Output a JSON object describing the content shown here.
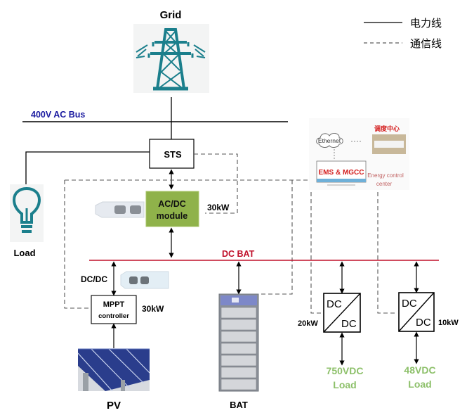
{
  "legend": {
    "power_line": "电力线",
    "comm_line": "通信线"
  },
  "grid": {
    "label": "Grid"
  },
  "ac_bus": {
    "label": "400V AC Bus"
  },
  "sts": {
    "label": "STS"
  },
  "load": {
    "label": "Load"
  },
  "acdc": {
    "line1": "AC/DC",
    "line2": "module",
    "power": "30kW"
  },
  "dc_bus": {
    "label": "DC BAT"
  },
  "mppt": {
    "prefix": "DC/DC",
    "line1": "MPPT",
    "line2": "controller",
    "power": "30kW"
  },
  "pv": {
    "label": "PV"
  },
  "bat": {
    "label": "BAT"
  },
  "ems": {
    "ethernet": "Ethernet",
    "dispatch_center": "调度中心",
    "ems_label": "EMS & MGCC",
    "energy_center_line1": "Energy control",
    "energy_center_line2": "center"
  },
  "dcdc_left": {
    "top": "DC",
    "bottom": "DC",
    "power": "20kW",
    "load_line1": "750VDC",
    "load_line2": "Load"
  },
  "dcdc_right": {
    "top": "DC",
    "bottom": "DC",
    "power": "10kW",
    "load_line1": "48VDC",
    "load_line2": "Load"
  },
  "colors": {
    "ac_bus_text": "#1a1aa0",
    "dc_bus": "#c0102a",
    "teal": "#1b7f8c",
    "acdc_fill": "#8fb24a",
    "green_text": "#8dc06a",
    "ems_red": "#d42020"
  }
}
